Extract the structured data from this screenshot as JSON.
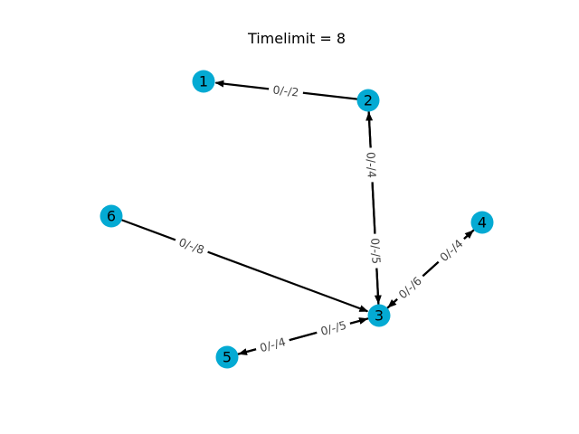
{
  "title": "Timelimit = 8",
  "colors": {
    "node": "#04aad3",
    "edge": "#000000",
    "edge_label": "#444444"
  },
  "nodes": [
    {
      "id": "1",
      "label": "1"
    },
    {
      "id": "2",
      "label": "2"
    },
    {
      "id": "3",
      "label": "3"
    },
    {
      "id": "4",
      "label": "4"
    },
    {
      "id": "5",
      "label": "5"
    },
    {
      "id": "6",
      "label": "6"
    }
  ],
  "edges": [
    {
      "from": "2",
      "to": "1",
      "label": "0/-/2"
    },
    {
      "from": "3",
      "to": "2",
      "label": "0/-/5"
    },
    {
      "from": "2",
      "to": "3",
      "label": "0/-/4"
    },
    {
      "from": "6",
      "to": "3",
      "label": "0/-/8"
    },
    {
      "from": "3",
      "to": "4",
      "label": "0/-/6"
    },
    {
      "from": "4",
      "to": "3",
      "label": "0/-/4"
    },
    {
      "from": "3",
      "to": "5",
      "label": "0/-/5"
    },
    {
      "from": "5",
      "to": "3",
      "label": "0/-/4"
    }
  ]
}
